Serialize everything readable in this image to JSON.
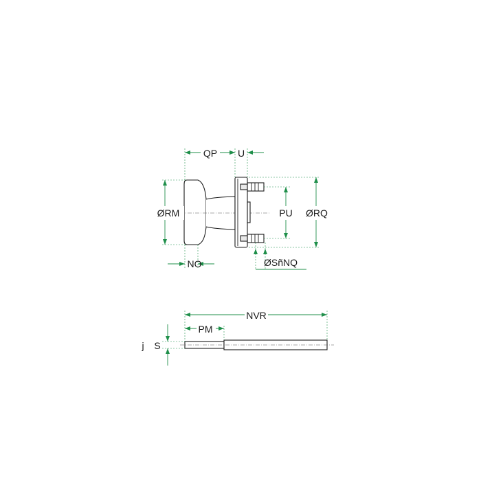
{
  "colors": {
    "dimension": "#1f8f4a",
    "outline": "#1a1a1a",
    "background": "#ffffff"
  },
  "top_view": {
    "dims": {
      "rose_length": "QP",
      "plate_thickness": "U",
      "rose_diameter": "ØRM",
      "knob_thickness": "NO",
      "screw_spacing": "PU",
      "plate_diameter": "ØRQ",
      "screw_hole": "ØSñNQ"
    }
  },
  "spindle_view": {
    "dims": {
      "total_length": "NVR",
      "step_length": "PM",
      "square_size": "S",
      "side_mark": "j"
    }
  }
}
